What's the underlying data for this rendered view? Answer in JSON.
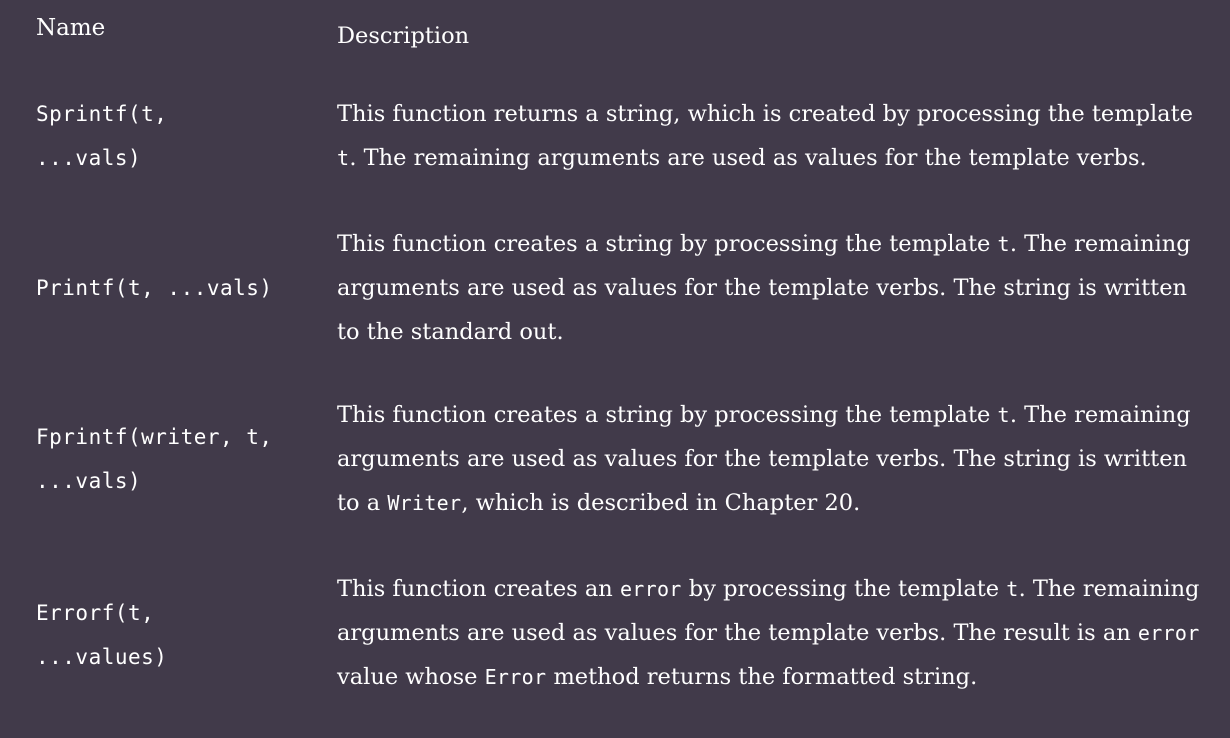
{
  "headers": {
    "name": "Name",
    "description": "Description"
  },
  "rows": [
    {
      "name_lines": [
        "Sprintf(t,",
        "...vals)"
      ],
      "desc_lines": [
        [
          "This function returns a string, which is created by processing the template"
        ],
        [
          {
            "code": "t"
          },
          ". The remaining arguments are used as values for the template verbs."
        ]
      ]
    },
    {
      "name_lines": [
        "Printf(t, ...vals)"
      ],
      "desc_lines": [
        [
          "This function creates a string by processing the template ",
          {
            "code": "t"
          },
          ". The remaining"
        ],
        [
          "arguments are used as values for the template verbs. The string is written"
        ],
        [
          "to the standard out."
        ]
      ]
    },
    {
      "name_lines": [
        "Fprintf(writer, t,",
        "...vals)"
      ],
      "desc_lines": [
        [
          "This function creates a string by processing the template ",
          {
            "code": "t"
          },
          ". The remaining"
        ],
        [
          "arguments are used as values for the template verbs. The string is written"
        ],
        [
          "to a ",
          {
            "code": "Writer"
          },
          ", which is described in Chapter 20."
        ]
      ]
    },
    {
      "name_lines": [
        "Errorf(t,",
        "...values)"
      ],
      "desc_lines": [
        [
          "This function creates an ",
          {
            "code": "error"
          },
          " by processing the template ",
          {
            "code": "t"
          },
          ". The remaining"
        ],
        [
          "arguments are used as values for the template verbs. The result is an ",
          {
            "code": "error"
          }
        ],
        [
          "value whose ",
          {
            "code": "Error"
          },
          " method returns the formatted string."
        ]
      ]
    }
  ]
}
